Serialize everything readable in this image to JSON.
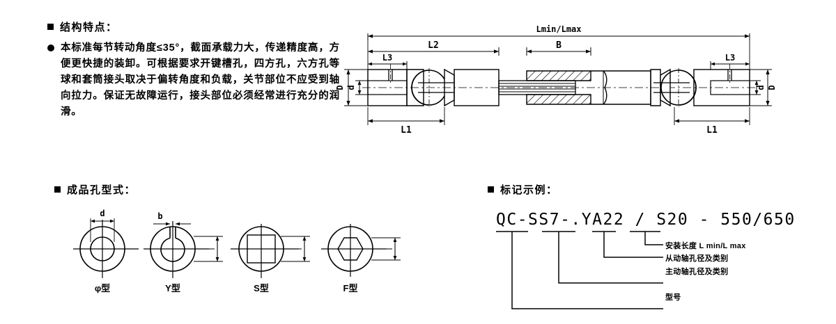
{
  "sections": {
    "features_heading": "结构特点：",
    "features_text": "本标准每节转动角度≤35°，截面承载力大，传递精度高，方便更快捷的装卸。可根据要求开键槽孔，四方孔，六方孔等球和套筒接头取决于偏转角度和负载，关节部位不应受到轴向拉力。保证无故障运行，接头部位必须经常进行充分的润滑。",
    "hole_types_heading": "成品孔型式：",
    "marking_heading": "标记示例："
  },
  "assembly_drawing": {
    "dimensions": {
      "overall": "Lmin/Lmax",
      "l2": "L2",
      "b": "B",
      "l3_left": "L3",
      "l3_right": "L3",
      "l1_left": "L1",
      "l1_right": "L1",
      "d_outer_left": "D",
      "d_inner_left": "d",
      "d_outer_right": "D",
      "d_inner_right": "d"
    }
  },
  "hole_types": [
    {
      "caption": "φ型",
      "dim_label": "d",
      "shape": "round-hole"
    },
    {
      "caption": "Y型",
      "dim_label": "b",
      "shape": "keyway-hole"
    },
    {
      "caption": "S型",
      "dim_label": "",
      "shape": "square-hole"
    },
    {
      "caption": "F型",
      "dim_label": "",
      "shape": "hexagon-hole"
    }
  ],
  "marking_example": {
    "code": "QC-SS7-.YA22 / S20 - 550/650",
    "callouts": [
      "安装长度 L min/L max",
      "从动轴孔径及类别",
      "主动轴孔径及类别",
      "型号"
    ]
  },
  "colors": {
    "ink": "#000000",
    "paper": "#ffffff"
  }
}
